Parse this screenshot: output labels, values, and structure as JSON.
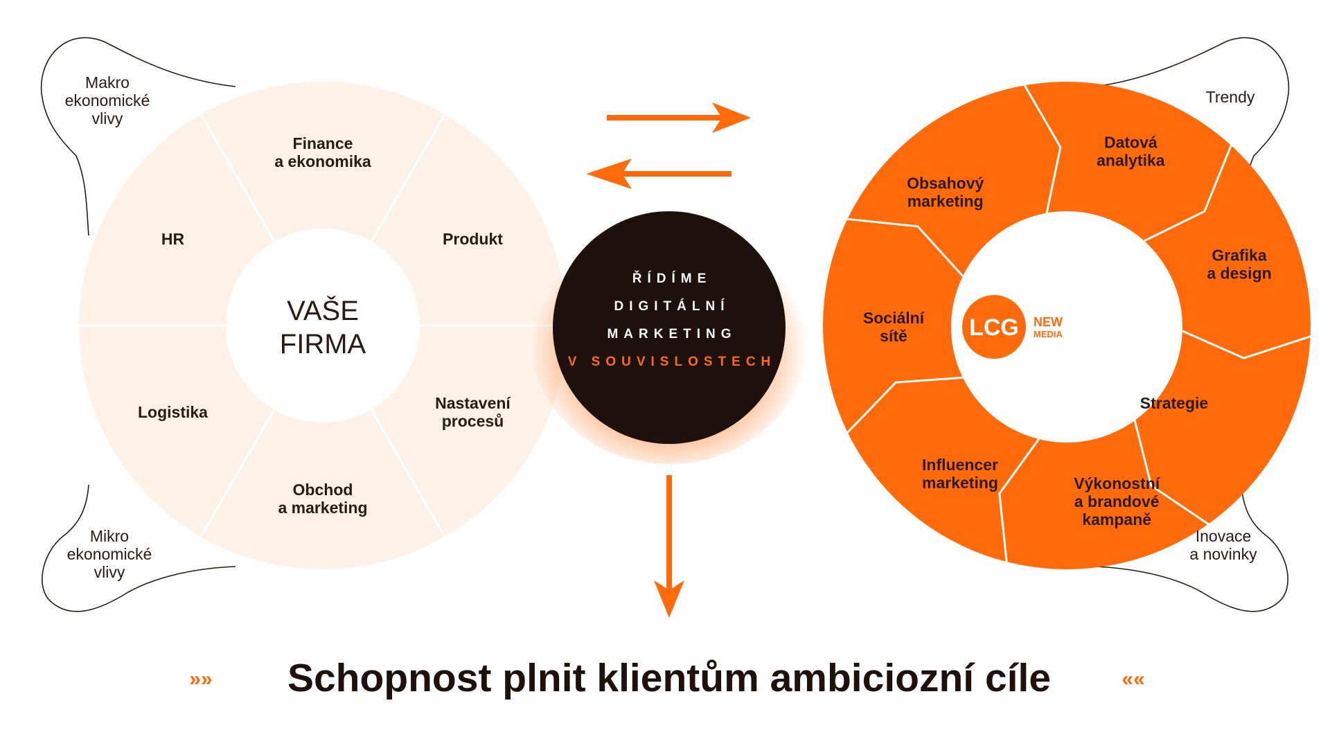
{
  "left_circle": {
    "center_title": [
      "VAŠE",
      "FIRMA"
    ],
    "segments": [
      {
        "lines": [
          "Finance",
          "a ekonomika"
        ]
      },
      {
        "lines": [
          "Produkt"
        ]
      },
      {
        "lines": [
          "Nastavení",
          "procesů"
        ]
      },
      {
        "lines": [
          "Obchod",
          "a marketing"
        ]
      },
      {
        "lines": [
          "Logistika"
        ]
      },
      {
        "lines": [
          "HR"
        ]
      }
    ]
  },
  "hub": {
    "lines": [
      "ŘÍDÍME",
      "DIGITÁLNÍ",
      "MARKETING",
      "V SOUVISLOSTECH"
    ]
  },
  "right_circle": {
    "logo": {
      "mark": "LCG",
      "word1": "NEW",
      "word2": "MEDIA"
    },
    "segments": [
      {
        "lines": [
          "Datová",
          "analytika"
        ]
      },
      {
        "lines": [
          "Grafika",
          "a design"
        ]
      },
      {
        "lines": [
          "Strategie"
        ]
      },
      {
        "lines": [
          "Výkonostní",
          "a brandové",
          "kampaně"
        ]
      },
      {
        "lines": [
          "Influencer",
          "marketing"
        ]
      },
      {
        "lines": [
          "Sociální",
          "sítě"
        ]
      },
      {
        "lines": [
          "Obsahový",
          "marketing"
        ]
      }
    ]
  },
  "corners": {
    "top_left": [
      "Makro",
      "ekonomické",
      "vlivy"
    ],
    "bottom_left": [
      "Mikro",
      "ekonomické",
      "vlivy"
    ],
    "top_right": [
      "Trendy"
    ],
    "bottom_right": [
      "Inovace",
      "a novinky"
    ]
  },
  "bottom": {
    "left_chevrons": "»»",
    "title": "Schopnost plnit klientům ambiciozní cíle",
    "right_chevrons": "««"
  },
  "colors": {
    "orange": "#ff6b0a",
    "light_fill": "#fdf1e8",
    "dark": "#1e110b"
  }
}
